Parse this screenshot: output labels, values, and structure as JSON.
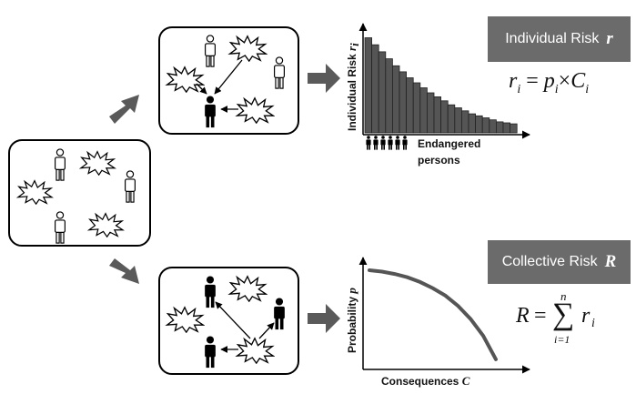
{
  "individual": {
    "title": "Individual Risk",
    "symbol": "r",
    "formula": {
      "lhs": "r",
      "lhs_sub": "i",
      "p": "p",
      "p_sub": "i",
      "times": "×",
      "c": "C",
      "c_sub": "i"
    },
    "ylabel": "Individual Risk",
    "ylabel_sym": "r",
    "ylabel_sub": "i",
    "xlabel_line1": "Endangered",
    "xlabel_line2": "persons"
  },
  "collective": {
    "title": "Collective Risk",
    "symbol": "R",
    "formula": {
      "lhs": "R",
      "eq": "=",
      "sum": "∑",
      "upper": "n",
      "lower": "i=1",
      "term": "r",
      "term_sub": "i"
    },
    "ylabel": "Probability",
    "ylabel_sym": "p",
    "xlabel": "Consequences",
    "xlabel_sym": "C"
  },
  "chart_data": [
    {
      "type": "bar",
      "values": [
        95,
        88,
        81,
        74,
        67,
        61,
        55,
        50,
        45,
        40,
        36,
        32,
        28,
        25,
        22,
        19,
        17,
        15,
        13,
        11,
        10,
        9
      ],
      "ylabel": "Individual Risk r_i",
      "xlabel": "Endangered persons"
    },
    {
      "type": "line",
      "x": [
        0,
        0.1,
        0.2,
        0.3,
        0.4,
        0.5,
        0.6,
        0.7,
        0.8,
        0.9,
        1.0
      ],
      "y": [
        1.0,
        0.985,
        0.96,
        0.925,
        0.875,
        0.81,
        0.73,
        0.62,
        0.48,
        0.3,
        0.05
      ],
      "ylabel": "Probability p",
      "xlabel": "Consequences C"
    }
  ]
}
